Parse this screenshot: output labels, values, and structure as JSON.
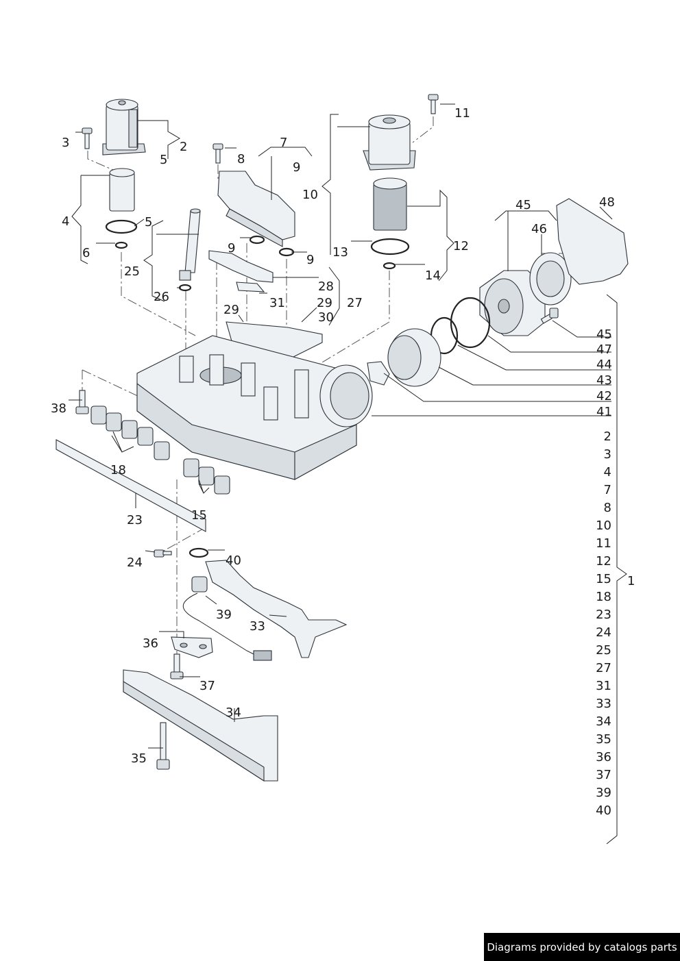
{
  "callouts": {
    "c1": "1",
    "c2": "2",
    "c3": "3",
    "c4": "4",
    "c5a": "5",
    "c5b": "5",
    "c6": "6",
    "c7": "7",
    "c8": "8",
    "c9a": "9",
    "c9b": "9",
    "c9c": "9",
    "c10": "10",
    "c11": "11",
    "c12": "12",
    "c13": "13",
    "c14": "14",
    "c15": "15",
    "c18": "18",
    "c23": "23",
    "c24": "24",
    "c25": "25",
    "c26": "26",
    "c27": "27",
    "c28": "28",
    "c29a": "29",
    "c29b": "29",
    "c30": "30",
    "c31": "31",
    "c33": "33",
    "c34": "34",
    "c35": "35",
    "c36": "36",
    "c37": "37",
    "c38": "38",
    "c39": "39",
    "c40": "40",
    "c41": "41",
    "c42": "42",
    "c43": "43",
    "c44": "44",
    "c45a": "45",
    "c45b": "45",
    "c46": "46",
    "c47": "47",
    "c48": "48"
  },
  "assembly_list": [
    "2",
    "3",
    "4",
    "7",
    "8",
    "10",
    "11",
    "12",
    "15",
    "18",
    "23",
    "24",
    "25",
    "27",
    "31",
    "33",
    "34",
    "35",
    "36",
    "37",
    "39",
    "40"
  ],
  "footer": {
    "text": "Diagrams provided by catalogs parts"
  }
}
